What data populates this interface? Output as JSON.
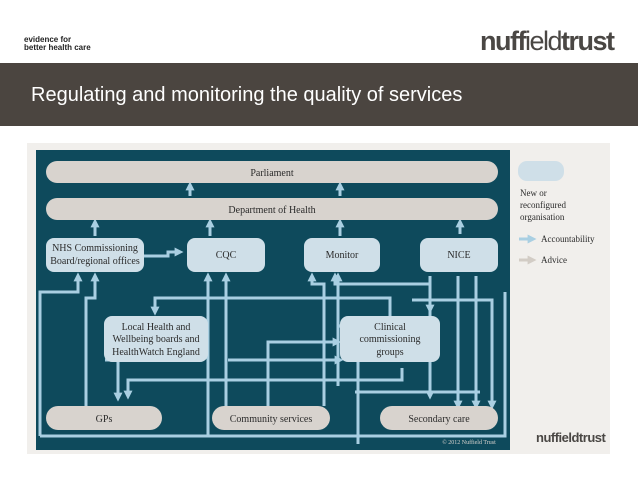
{
  "header": {
    "tagline_line1": "evidence for",
    "tagline_line2": "better health care",
    "brand_bold1": "nuff",
    "brand_light": "ield",
    "brand_bold2": "trust",
    "title": "Regulating and monitoring the quality of services"
  },
  "diagram": {
    "nodes": {
      "parliament": "Parliament",
      "department": "Department of Health",
      "nhs_line1": "NHS Commissioning",
      "nhs_line2": "Board/regional offices",
      "cqc": "CQC",
      "monitor": "Monitor",
      "nice": "NICE",
      "local_line1": "Local Health and",
      "local_line2": "Wellbeing boards and",
      "local_line3": "HealthWatch England",
      "ccg_line1": "Clinical",
      "ccg_line2": "commissioning",
      "ccg_line3": "groups",
      "gps": "GPs",
      "community": "Community services",
      "secondary": "Secondary care"
    },
    "legend": {
      "new_line1": "New or",
      "new_line2": "reconfigured",
      "new_line3": "organisation",
      "accountability": "Accountability",
      "advice": "Advice"
    },
    "copyright": "© 2012 Nuffield Trust",
    "logo": "nuffieldtrust"
  },
  "colors": {
    "banner": "#4b4540",
    "panel_bg": "#0e4a5c",
    "new_org": "#cfdfe8",
    "existing_org": "#d8d3ce",
    "accountability": "#a9cfe2",
    "advice": "#d2ccc5"
  }
}
